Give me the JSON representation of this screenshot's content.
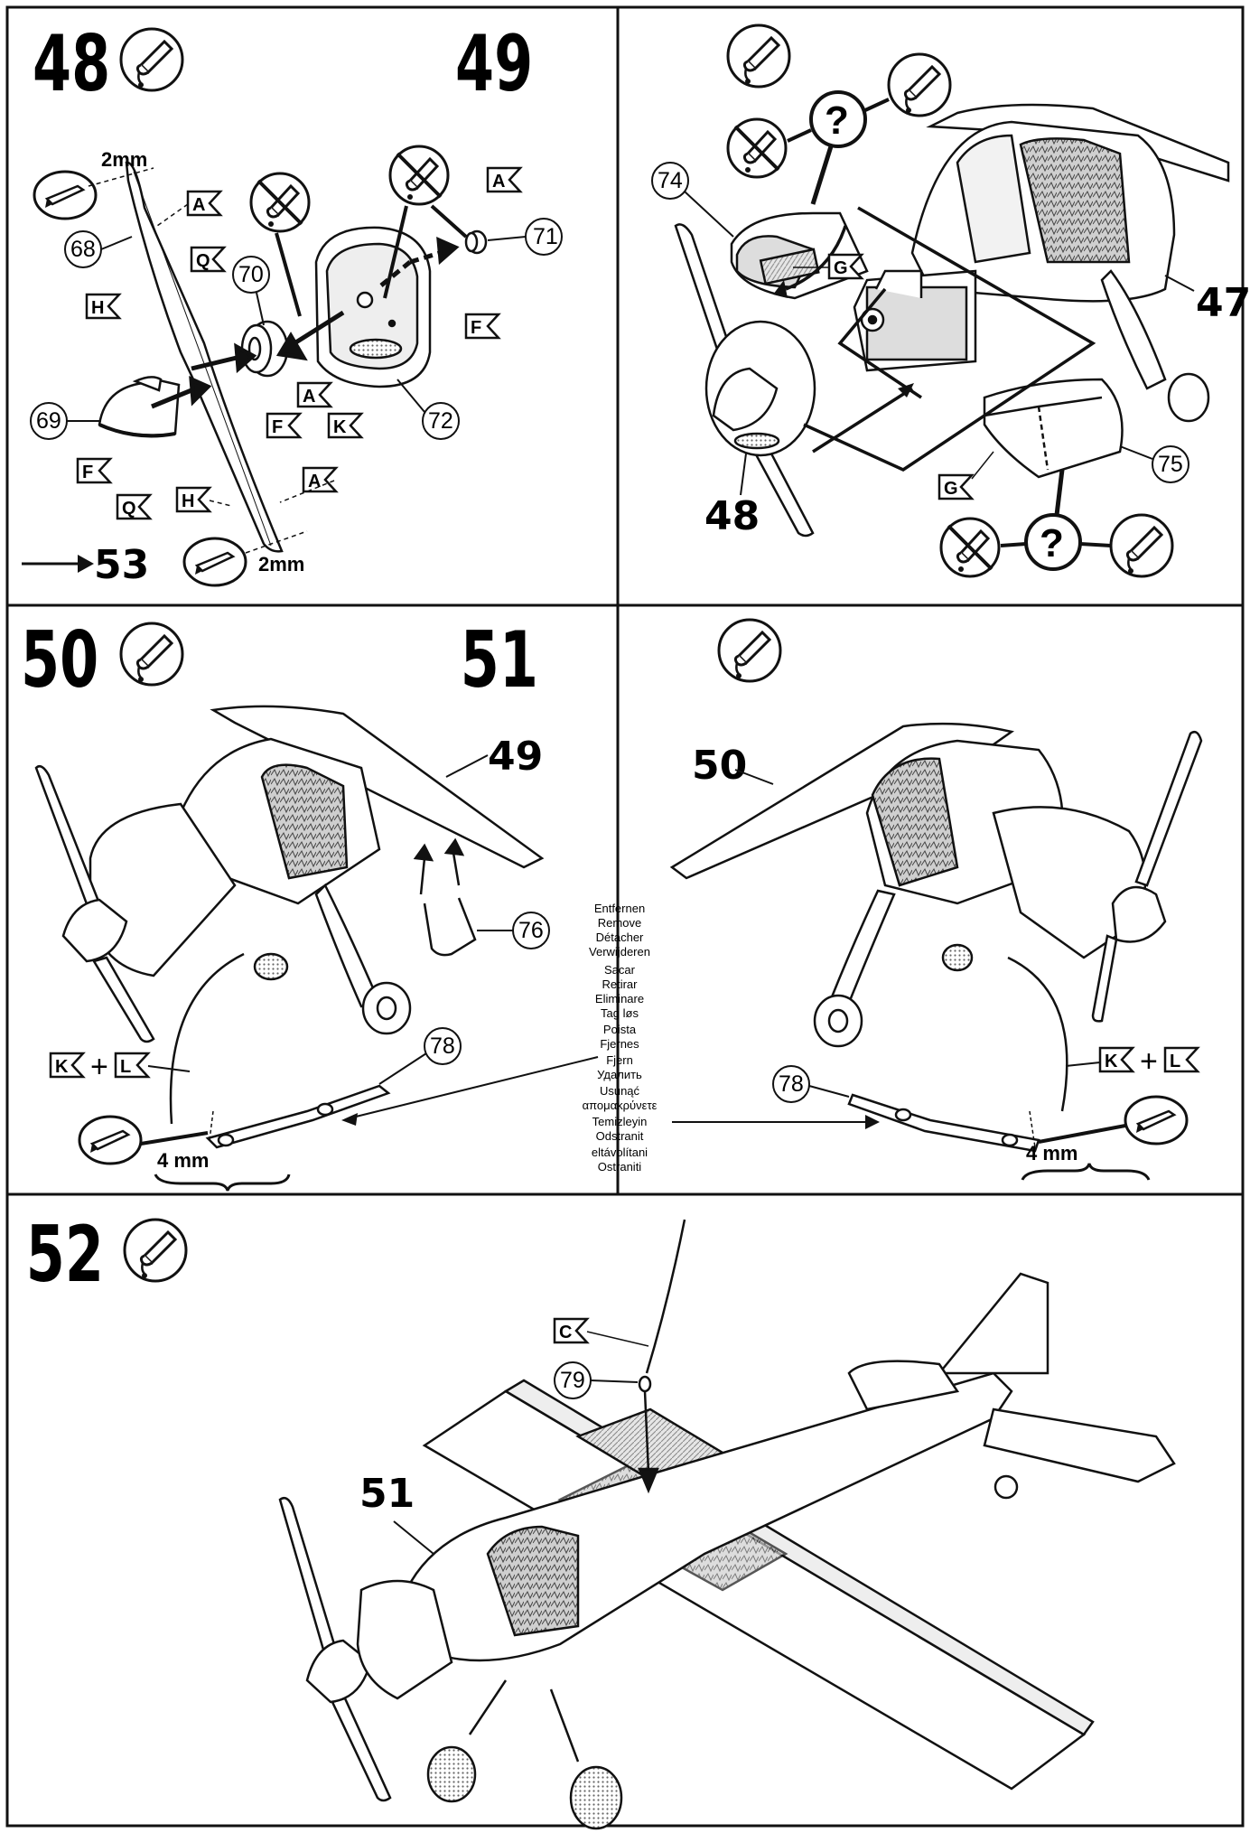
{
  "steps": [
    {
      "number": "48"
    },
    {
      "number": "49"
    },
    {
      "number": "50"
    },
    {
      "number": "51"
    },
    {
      "number": "52"
    }
  ],
  "step48": {
    "parts": [
      "68",
      "69",
      "70",
      "71",
      "72"
    ],
    "dimension_top": "2mm",
    "dimension_bottom": "2mm",
    "goto_step": "53",
    "letters": [
      "A",
      "A",
      "A",
      "A",
      "H",
      "H",
      "Q",
      "Q",
      "F",
      "F",
      "F",
      "K"
    ]
  },
  "step49": {
    "parts": [
      "74",
      "75"
    ],
    "refs": [
      "48",
      "47"
    ],
    "letters": [
      "G",
      "G"
    ],
    "question": "?"
  },
  "step50": {
    "ref": "49",
    "parts": [
      "76",
      "78"
    ],
    "letters": [
      "K",
      "L"
    ],
    "plus": "+",
    "dimension": "4 mm"
  },
  "step51": {
    "ref": "50",
    "parts": [
      "78"
    ],
    "letters": [
      "K",
      "L"
    ],
    "plus": "+",
    "dimension": "4 mm"
  },
  "step52": {
    "ref": "51",
    "parts": [
      "79"
    ],
    "letters": [
      "C"
    ]
  },
  "remove_words": [
    "Entfernen",
    "Remove",
    "Détacher",
    "Verwijderen",
    "Sacar",
    "Retirar",
    "Eliminare",
    "Tag løs",
    "Poista",
    "Fjernes",
    "Fjern",
    "Удалить",
    "Usunąć",
    "απομακρύνετε",
    "Temizleyin",
    "Odstranit",
    "eltávolítani",
    "Ostraniti"
  ],
  "colors": {
    "ink": "#111111",
    "paper": "#ffffff",
    "shade": "#bfbfbf"
  }
}
